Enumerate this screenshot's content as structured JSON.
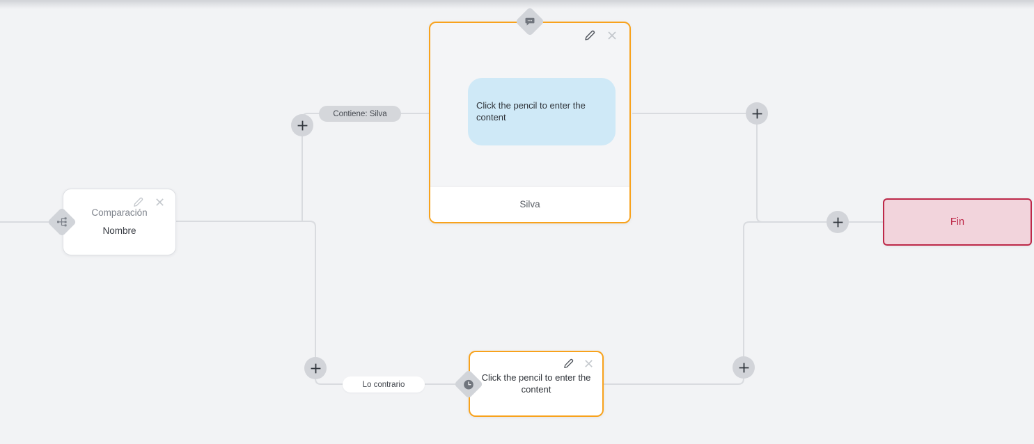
{
  "nodes": {
    "comparison": {
      "title": "Comparación",
      "subtitle": "Nombre"
    },
    "message": {
      "bubble_text": "Click the pencil to enter the content",
      "footer": "Silva"
    },
    "delay": {
      "text": "Click the pencil to enter the content"
    },
    "end": {
      "label": "Fin"
    }
  },
  "edge_labels": {
    "condition_true": "Contiene: Silva",
    "condition_false": "Lo contrario"
  },
  "icons": {
    "comparison_node": "branch-icon",
    "message_node": "chat-bubble-icon",
    "delay_node": "clock-icon",
    "add_connection": "plus-icon",
    "edit": "pencil-icon",
    "delete": "close-icon"
  },
  "colors": {
    "canvas_bg": "#f2f3f5",
    "wire": "#d9dbdf",
    "accent_orange": "#f8a21c",
    "bubble_blue": "#cfe9f7",
    "end_bg": "#f2d4dc",
    "end_accent": "#bd2848",
    "pill_gray": "#d5d7db"
  }
}
